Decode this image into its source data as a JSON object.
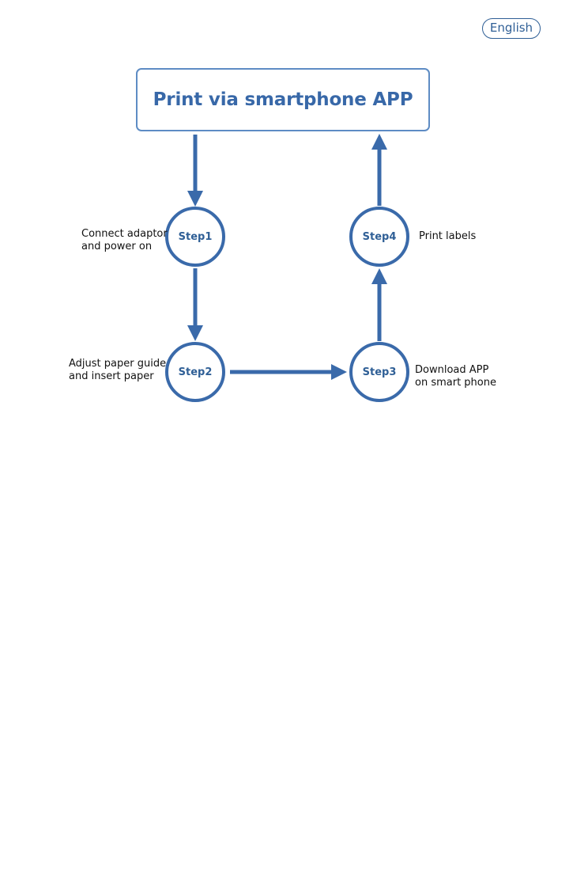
{
  "language_badge": "English",
  "title": "Print via smartphone APP",
  "steps": [
    {
      "label": "Step1",
      "description": [
        "Connect adaptor",
        "and power on"
      ]
    },
    {
      "label": "Step2",
      "description": [
        "Adjust paper guide",
        "and insert paper"
      ]
    },
    {
      "label": "Step3",
      "description": [
        "Download APP",
        "on smart phone"
      ]
    },
    {
      "label": "Step4",
      "description": [
        "Print labels"
      ]
    }
  ],
  "colors": {
    "primary": "#3a6aaa",
    "title_border": "#5e8cc4",
    "badge": "#2f5f96"
  }
}
